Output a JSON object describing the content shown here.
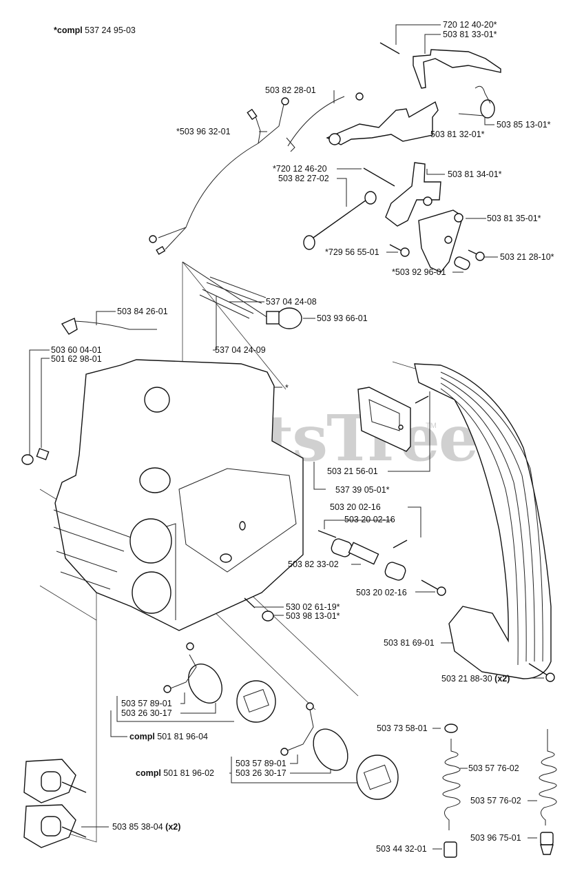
{
  "title": {
    "prefix": "*compl",
    "number": "537 24 95-03"
  },
  "watermark": {
    "text": "PartsTree",
    "tm": "TM",
    "color": "#d0d0d0"
  },
  "labels": [
    {
      "id": "l1",
      "text": "720 12 40-20*"
    },
    {
      "id": "l2",
      "text": "503 81 33-01*"
    },
    {
      "id": "l3",
      "text": "503 82 28-01"
    },
    {
      "id": "l4",
      "text": "*503 96 32-01"
    },
    {
      "id": "l5",
      "text": "503 85 13-01*"
    },
    {
      "id": "l6",
      "text": "503 81 32-01*"
    },
    {
      "id": "l7",
      "text": "*720 12 46-20"
    },
    {
      "id": "l8",
      "text": "503 82 27-02"
    },
    {
      "id": "l9",
      "text": "503 81 34-01*"
    },
    {
      "id": "l10",
      "text": "503 81 35-01*"
    },
    {
      "id": "l11",
      "text": "*729 56 55-01"
    },
    {
      "id": "l12",
      "text": "503 21 28-10*"
    },
    {
      "id": "l13",
      "text": "*503 92 96-01"
    },
    {
      "id": "l14",
      "text": "537 04 24-08"
    },
    {
      "id": "l15",
      "text": "503 84 26-01"
    },
    {
      "id": "l16",
      "text": "503 93 66-01"
    },
    {
      "id": "l17",
      "text": "537 04 24-09"
    },
    {
      "id": "l18",
      "text": "503 60 04-01"
    },
    {
      "id": "l19",
      "text": "501 62 98-01"
    },
    {
      "id": "l20",
      "text": "*"
    },
    {
      "id": "l21",
      "text": "503 21 56-01"
    },
    {
      "id": "l22",
      "text": "537 39 05-01*"
    },
    {
      "id": "l23",
      "text": "503 20 02-16"
    },
    {
      "id": "l24",
      "text": "503 20 02-16"
    },
    {
      "id": "l25",
      "text": "503 82 33-02"
    },
    {
      "id": "l26",
      "text": "503 20 02-16"
    },
    {
      "id": "l27",
      "text": "530 02 61-19*"
    },
    {
      "id": "l28",
      "text": "503 98 13-01*"
    },
    {
      "id": "l29",
      "text": "503 81 69-01"
    },
    {
      "id": "l30",
      "text": "503 21 88-30",
      "suffix": "(x2)"
    },
    {
      "id": "l31",
      "text": "503 57 89-01"
    },
    {
      "id": "l32",
      "text": "503 26 30-17"
    },
    {
      "id": "l33",
      "prefix": "compl",
      "text": "501 81 96-04"
    },
    {
      "id": "l34",
      "text": "503 73 58-01"
    },
    {
      "id": "l35",
      "text": "503 57 89-01"
    },
    {
      "id": "l36",
      "text": "503 26 30-17"
    },
    {
      "id": "l37",
      "prefix": "compl",
      "text": "501 81 96-02"
    },
    {
      "id": "l38",
      "text": "503 57 76-02"
    },
    {
      "id": "l39",
      "text": "503 57 76-02"
    },
    {
      "id": "l40",
      "text": "503 85 38-04",
      "suffix": "(x2)"
    },
    {
      "id": "l41",
      "text": "503 44 32-01"
    },
    {
      "id": "l42",
      "text": "503 96 75-01"
    }
  ]
}
